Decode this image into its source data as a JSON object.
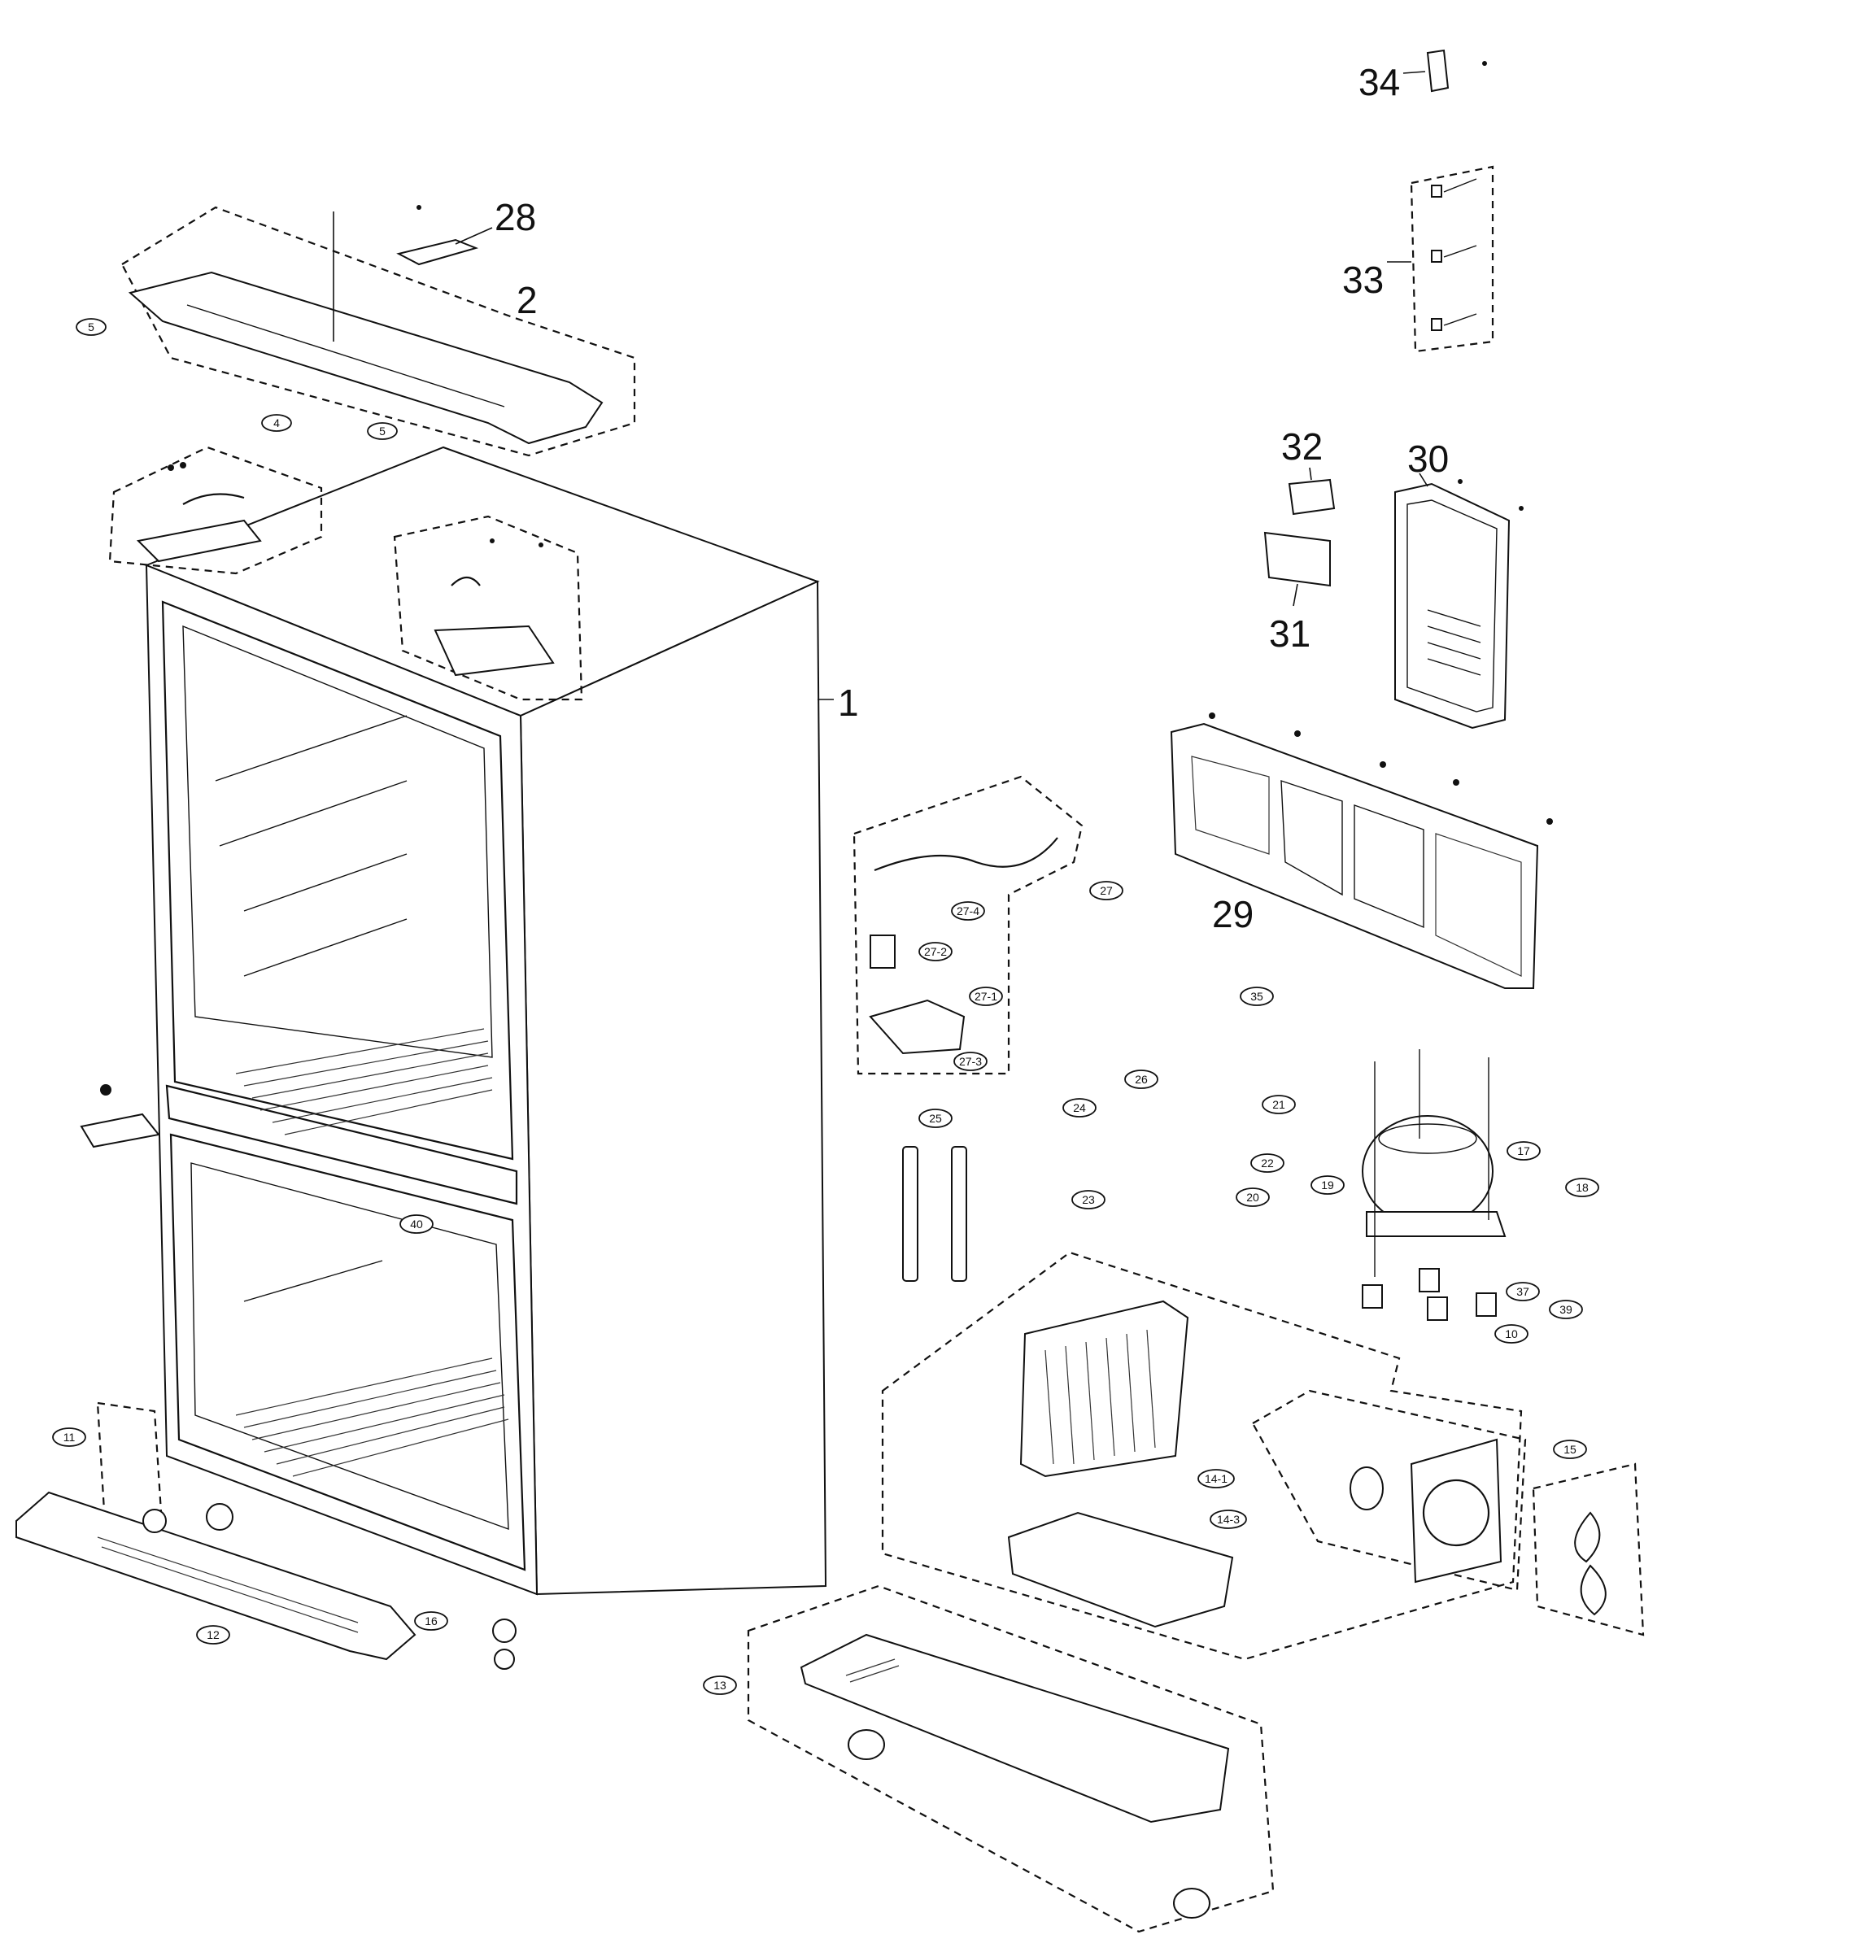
{
  "diagram": {
    "part_labels": [
      "1",
      "2",
      "28",
      "29",
      "30",
      "31",
      "32",
      "33",
      "34"
    ],
    "callouts": {
      "c4": "4",
      "c5a": "5",
      "c5b": "5",
      "c10": "10",
      "c11": "11",
      "c12": "12",
      "c13": "13",
      "c15": "15",
      "c16": "16",
      "c17": "17",
      "c18": "18",
      "c19": "19",
      "c20": "20",
      "c21": "21",
      "c22": "22",
      "c23": "23",
      "c24": "24",
      "c25": "25",
      "c26": "26",
      "c27": "27",
      "c27_1": "27-1",
      "c27_2": "27-2",
      "c27_3": "27-3",
      "c27_4": "27-4",
      "c35": "35",
      "c37": "37",
      "c39": "39",
      "c40": "40",
      "c14_1": "14-1",
      "c14_3": "14-3"
    }
  }
}
